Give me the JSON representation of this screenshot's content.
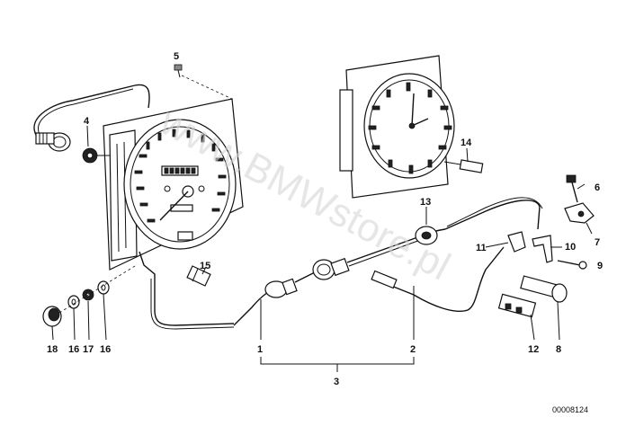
{
  "watermark": "www.BMWstore.pl",
  "catalog_number": "00008124",
  "callouts": {
    "p1": "1",
    "p2": "2",
    "p3": "3",
    "p4": "4",
    "p5": "5",
    "p6": "6",
    "p7": "7",
    "p8": "8",
    "p9": "9",
    "p10": "10",
    "p11": "11",
    "p12": "12",
    "p13": "13",
    "p14": "14",
    "p15": "15",
    "p16a": "16",
    "p16b": "16",
    "p17": "17",
    "p18": "18"
  }
}
